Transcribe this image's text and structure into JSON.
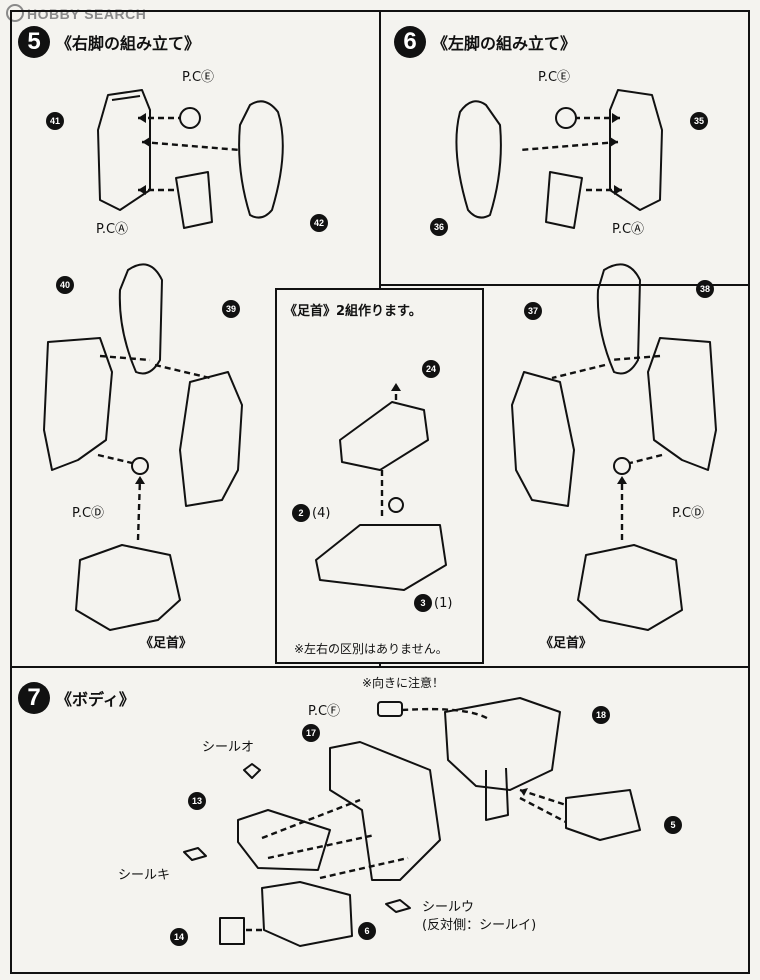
{
  "watermark": "HOBBY SEARCH",
  "step5": {
    "number": "5",
    "title": "《右脚の組み立て》",
    "labels": {
      "pc_e": "P.CⒺ",
      "pc_a": "P.CⒶ",
      "pc_d": "P.CⒹ",
      "ankle": "《足首》"
    },
    "parts": [
      "41",
      "42",
      "40",
      "39"
    ]
  },
  "step6": {
    "number": "6",
    "title": "《左脚の組み立て》",
    "labels": {
      "pc_e": "P.CⒺ",
      "pc_a": "P.CⒶ",
      "pc_d": "P.CⒹ",
      "ankle": "《足首》"
    },
    "parts": [
      "35",
      "36",
      "37",
      "38"
    ]
  },
  "ankle_box": {
    "title": "《足首》2組作ります。",
    "part_a": "2",
    "part_a_alt": "(4)",
    "part_b": "3",
    "part_b_alt": "(1)",
    "part_top": "24",
    "note": "※左右の区別はありません。"
  },
  "step7": {
    "number": "7",
    "title": "《ボディ》",
    "notice": "※向きに注意！",
    "pc_f": "P.CⒻ",
    "seal_o": "シールオ",
    "seal_ki": "シールキ",
    "seal_u": "シールウ",
    "seal_note": "(反対側：シールイ)",
    "parts": [
      "17",
      "18",
      "13",
      "5",
      "14",
      "6"
    ]
  }
}
